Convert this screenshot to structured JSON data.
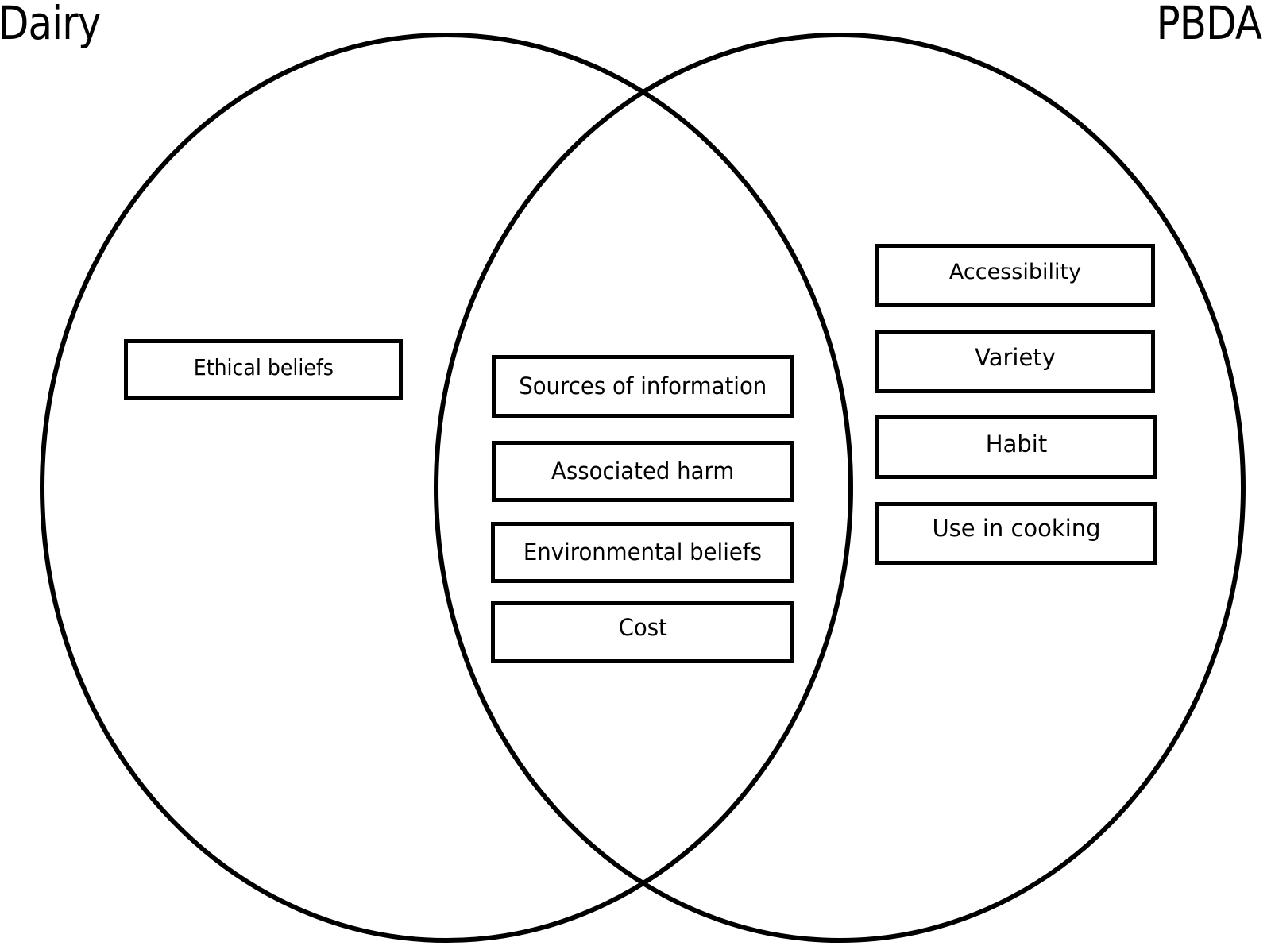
{
  "diagram": {
    "type": "venn",
    "sets": [
      {
        "id": "dairy",
        "label": "Dairy"
      },
      {
        "id": "pbda",
        "label": "PBDA"
      }
    ],
    "regions": {
      "dairy_only": {
        "items": [
          "Ethical beliefs"
        ]
      },
      "shared": {
        "items": [
          "Sources of information",
          "Associated harm",
          "Environmental beliefs",
          "Cost"
        ]
      },
      "pbda_only": {
        "items": [
          "Accessibility",
          "Variety",
          "Habit",
          "Use in cooking"
        ]
      }
    },
    "colors": {
      "stroke": "#000000",
      "background": "#ffffff",
      "text": "#000000"
    }
  }
}
